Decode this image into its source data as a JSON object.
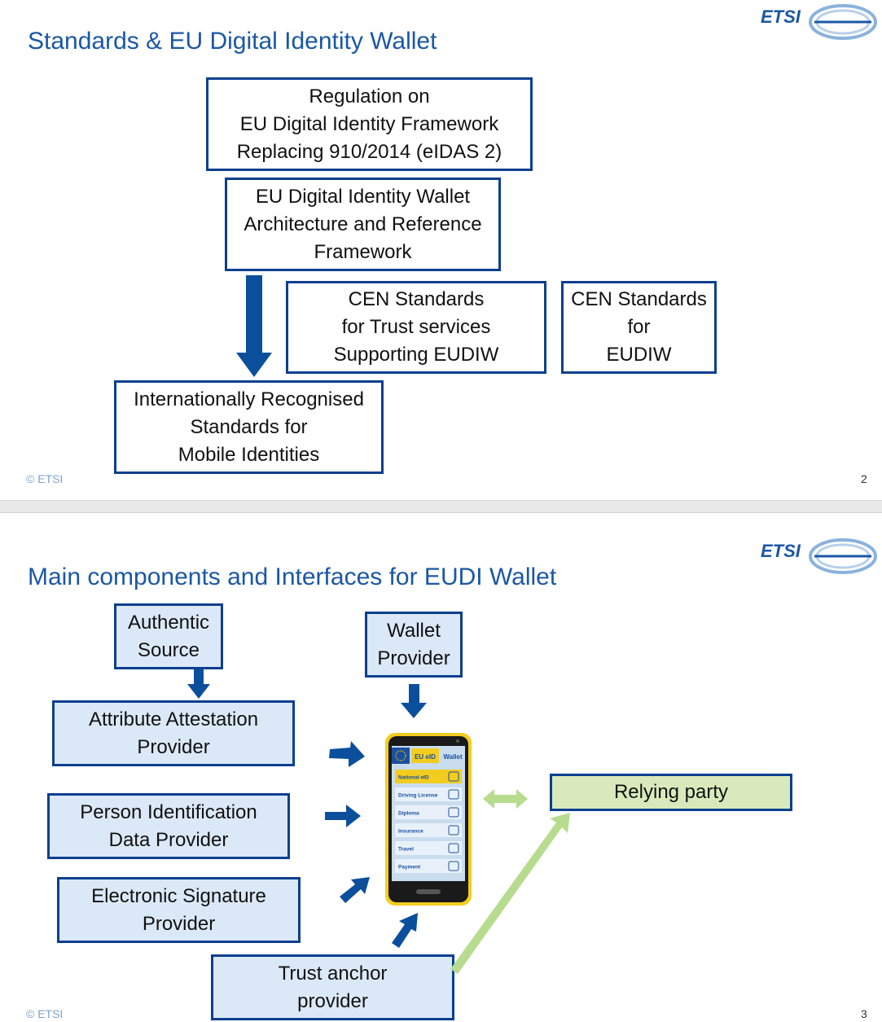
{
  "logo": {
    "text": "ETSI"
  },
  "colors": {
    "title": "#1b57a5",
    "box_border": "#0b3f8f",
    "arrow_blue": "#0b4f9c",
    "arrow_green": "#b7dc8f",
    "box_fill_blue": "#dbe8f7",
    "box_fill_green": "#d8eabb"
  },
  "slide1": {
    "title": "Standards & EU Digital Identity Wallet",
    "boxes": {
      "regulation": "Regulation on\nEU Digital Identity Framework\nReplacing 910/2014 (eIDAS 2)",
      "architecture": "EU Digital Identity Wallet\nArchitecture and Reference\nFramework",
      "cen_trust": "CEN Standards\nfor Trust services\nSupporting EUDIW",
      "cen_eudiw": "CEN Standards\nfor\nEUDIW",
      "international": "Internationally Recognised\nStandards for\nMobile Identities"
    },
    "footer": "© ETSI",
    "page_number": "2"
  },
  "slide2": {
    "title": "Main components and Interfaces for EUDI Wallet",
    "boxes": {
      "authentic_source": "Authentic\nSource",
      "wallet_provider": "Wallet\nProvider",
      "attribute_attestation": "Attribute Attestation\nProvider",
      "person_identification": "Person Identification\nData Provider",
      "electronic_signature": "Electronic Signature\nProvider",
      "trust_anchor": "Trust anchor\nprovider",
      "relying_party": "Relying party"
    },
    "phone": {
      "header_eu": "EU eID",
      "header_wallet": "Wallet",
      "items": [
        "National eID",
        "Driving License",
        "Diploma",
        "Insurance",
        "Travel",
        "Payment"
      ]
    },
    "footer": "© ETSI",
    "page_number": "3"
  }
}
